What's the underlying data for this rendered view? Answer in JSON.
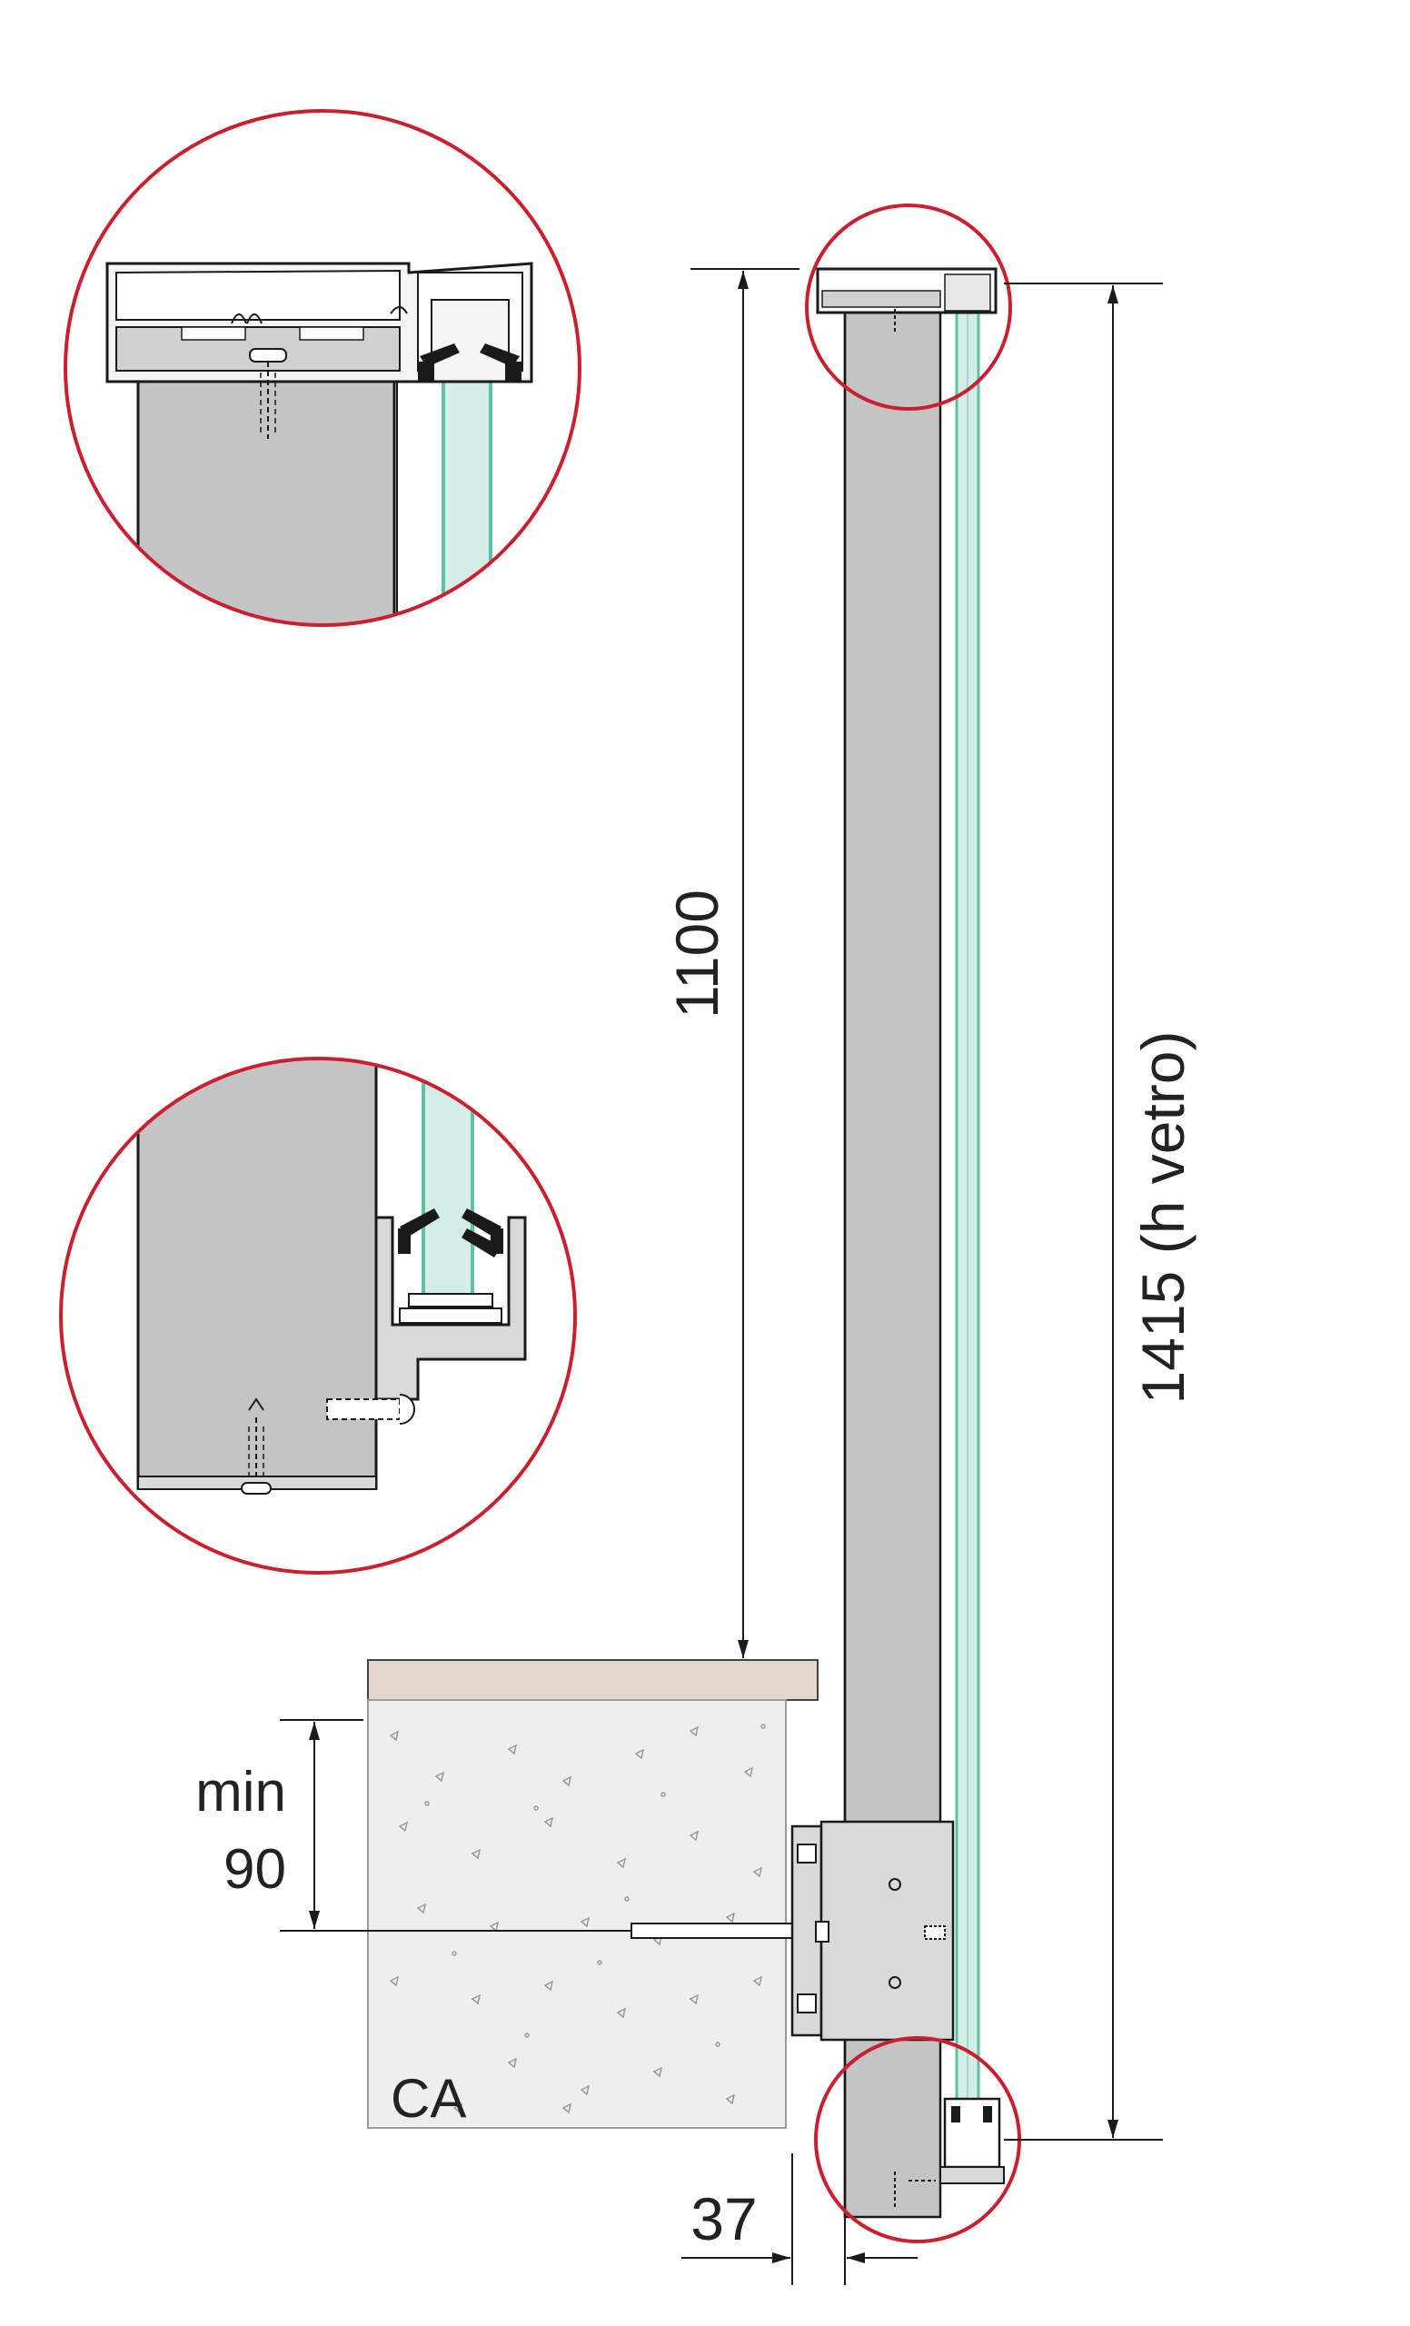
{
  "drawing": {
    "labels": {
      "height_top": "1100",
      "glass_height": "1415 (h vetro)",
      "min_label": "min",
      "min_value": "90",
      "offset": "37",
      "slab": "CA"
    },
    "colors": {
      "post": "#c4c4c4",
      "glass": "#d4ede6",
      "glass_edge": "#5fc0a6",
      "detail_circle": "#cc1f2e",
      "slab_finish": "#e4d7cb",
      "concrete": "#eeeeee",
      "bracket": "#d9d9d9",
      "outline": "#1a1a1a"
    }
  }
}
